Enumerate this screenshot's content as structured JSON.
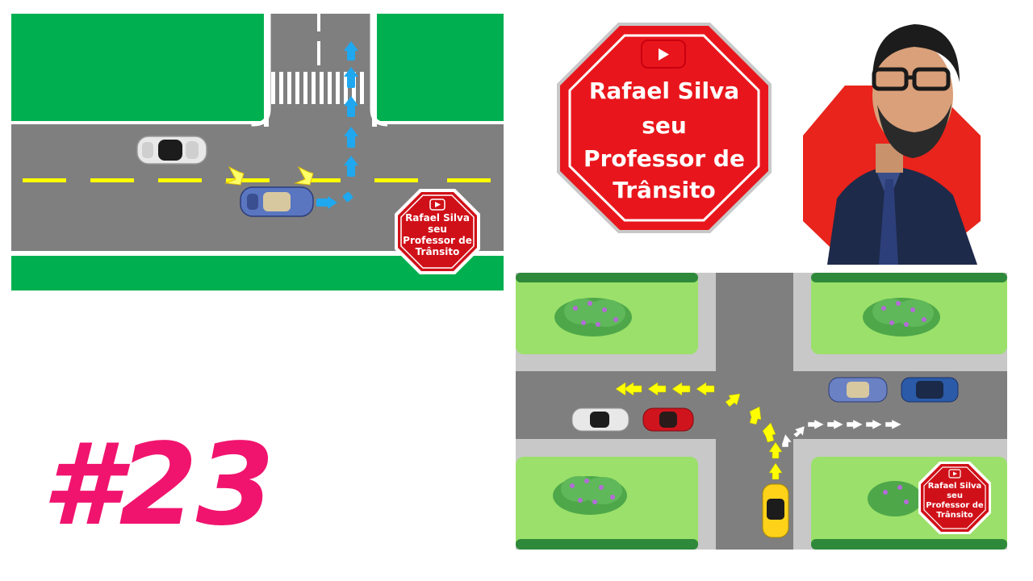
{
  "brand": {
    "name": "Rafael Silva",
    "line2": "seu",
    "line3": "Professor de",
    "line4": "Trânsito"
  },
  "episode": "#23",
  "colors": {
    "sign_red": "#e8161c",
    "sign_border": "#d01018",
    "grass_green": "#00b050",
    "road_gray": "#7f7f7f",
    "lane_yellow": "#ffff00",
    "arrow_blue": "#1fa8f0",
    "episode_pink": "#f0146e"
  },
  "icons": [
    "play-icon",
    "stop-sign-icon",
    "car-icon",
    "arrow-icon",
    "flower-bush-icon"
  ]
}
